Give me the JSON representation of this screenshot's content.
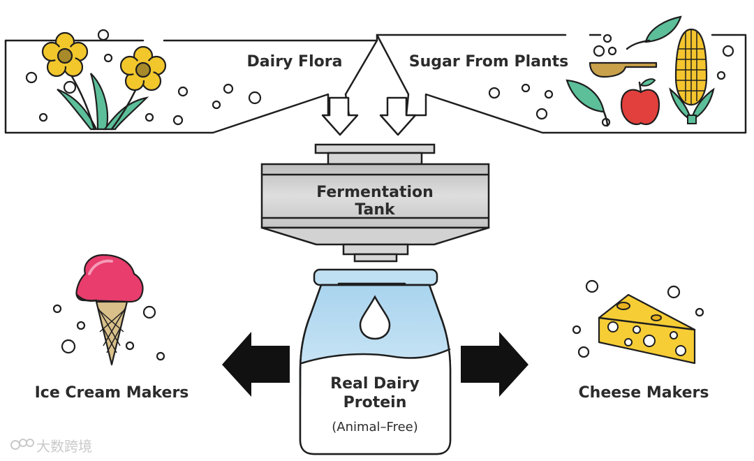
{
  "sources": {
    "left_label": "Dairy Flora",
    "right_label": "Sugar From Plants"
  },
  "tank": {
    "line1": "Fermentation",
    "line2": "Tank"
  },
  "jar": {
    "line1": "Real Dairy",
    "line2": "Protein",
    "line3": "(Animal–Free)"
  },
  "outputs": {
    "left_label": "Ice Cream Makers",
    "right_label": "Cheese Makers"
  },
  "watermark": {
    "text": "大数跨境"
  },
  "icons": [
    "flower-icon",
    "spoon-icon",
    "leaf-icon",
    "apple-icon",
    "corn-icon",
    "drop-icon",
    "ice-cream-icon",
    "cheese-icon",
    "arrow-icon"
  ],
  "colors": {
    "flower_petal": "#f2c72c",
    "flower_center": "#a88a2a",
    "leaf_green": "#5cbf9a",
    "apple_red": "#e2403c",
    "corn_yellow": "#f4c52e",
    "tank_gray": "#cfcfcf",
    "jar_blue": "#bfe0f2",
    "ice_cream_pink": "#e83d6d",
    "cone_tan": "#d9c08a",
    "cheese_yellow": "#f6cd35",
    "arrow_black": "#111111"
  }
}
